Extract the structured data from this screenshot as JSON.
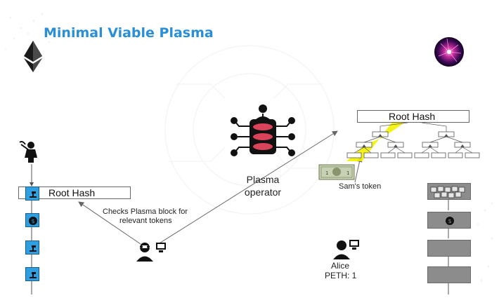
{
  "slide": {
    "title": "Minimal Viable Plasma"
  },
  "left_chain": {
    "root_hash_label": "Root Hash"
  },
  "right_tree": {
    "root_hash_label": "Root Hash",
    "token_label": "Sam's token"
  },
  "operator": {
    "label_line1": "Plasma",
    "label_line2": "operator"
  },
  "watcher": {
    "note_line1": "Checks Plasma block for",
    "note_line2": "relevant tokens"
  },
  "alice": {
    "name": "Alice",
    "balance": "PETH: 1"
  },
  "colors": {
    "title": "#2a8fd6",
    "chain_block": "#2e9fe0",
    "highlight": "#f2f200",
    "gray_block": "#8c8c8c",
    "operator_red": "#d9445a"
  },
  "icons": [
    "ethereum-icon",
    "plasma-ball-icon",
    "miner-icon",
    "operator-icon",
    "watcher-icon",
    "alice-icon",
    "dollar-bill-icon"
  ]
}
